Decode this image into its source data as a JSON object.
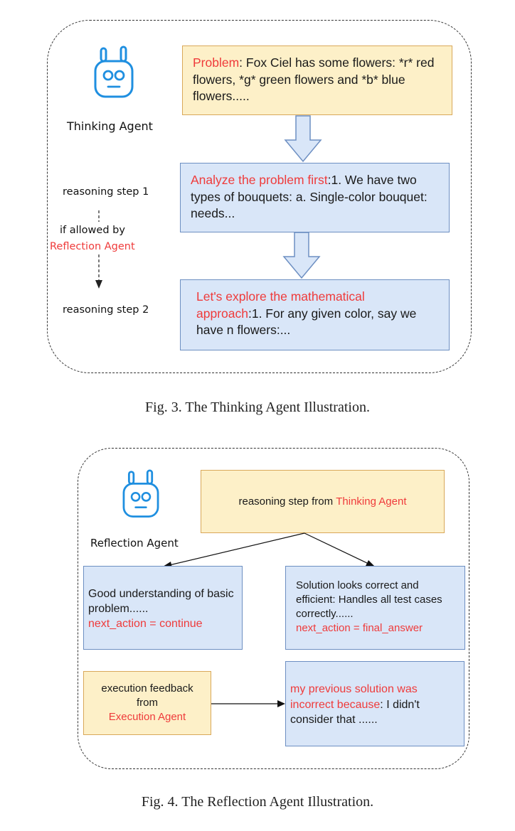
{
  "figure3": {
    "agent_name": "Thinking Agent",
    "problem": {
      "label": "Problem",
      "text": ": Fox Ciel has some flowers: *r* red flowers, *g* green flowers and *b* blue flowers....."
    },
    "step1_label": "reasoning step 1",
    "step1": {
      "label": "Analyze the problem first",
      "text": ":1. We have two types of bouquets:  a. Single-color bouquet: needs..."
    },
    "condition_prefix": "if allowed by",
    "condition_agent": "Reflection Agent",
    "step2_label": "reasoning step 2",
    "step2": {
      "label": "Let's explore the mathematical approach",
      "text": ":1. For any given color, say we have n flowers:..."
    },
    "caption": "Fig. 3.  The Thinking Agent Illustration."
  },
  "figure4": {
    "agent_name": "Reflection Agent",
    "input": {
      "prefix": "reasoning step from ",
      "agent": "Thinking Agent"
    },
    "left_box": {
      "text": "Good understanding of basic problem......",
      "action": "next_action = continue"
    },
    "right_box": {
      "text": "Solution looks correct and efficient: Handles all test cases correctly......",
      "action": "next_action = final_answer"
    },
    "feedback": {
      "line1": "execution feedback",
      "line2": "from",
      "agent": "Execution Agent"
    },
    "retry_box": {
      "label": "my previous solution was incorrect because",
      "text": ": I didn't consider that ......"
    },
    "caption": "Fig. 4.  The Reflection Agent Illustration."
  },
  "colors": {
    "highlight": "#ef3b3b",
    "robot": "#1f8fe0",
    "yellow_fill": "#fdf0c8",
    "blue_fill": "#d9e6f8"
  },
  "icons": [
    "robot-icon"
  ]
}
